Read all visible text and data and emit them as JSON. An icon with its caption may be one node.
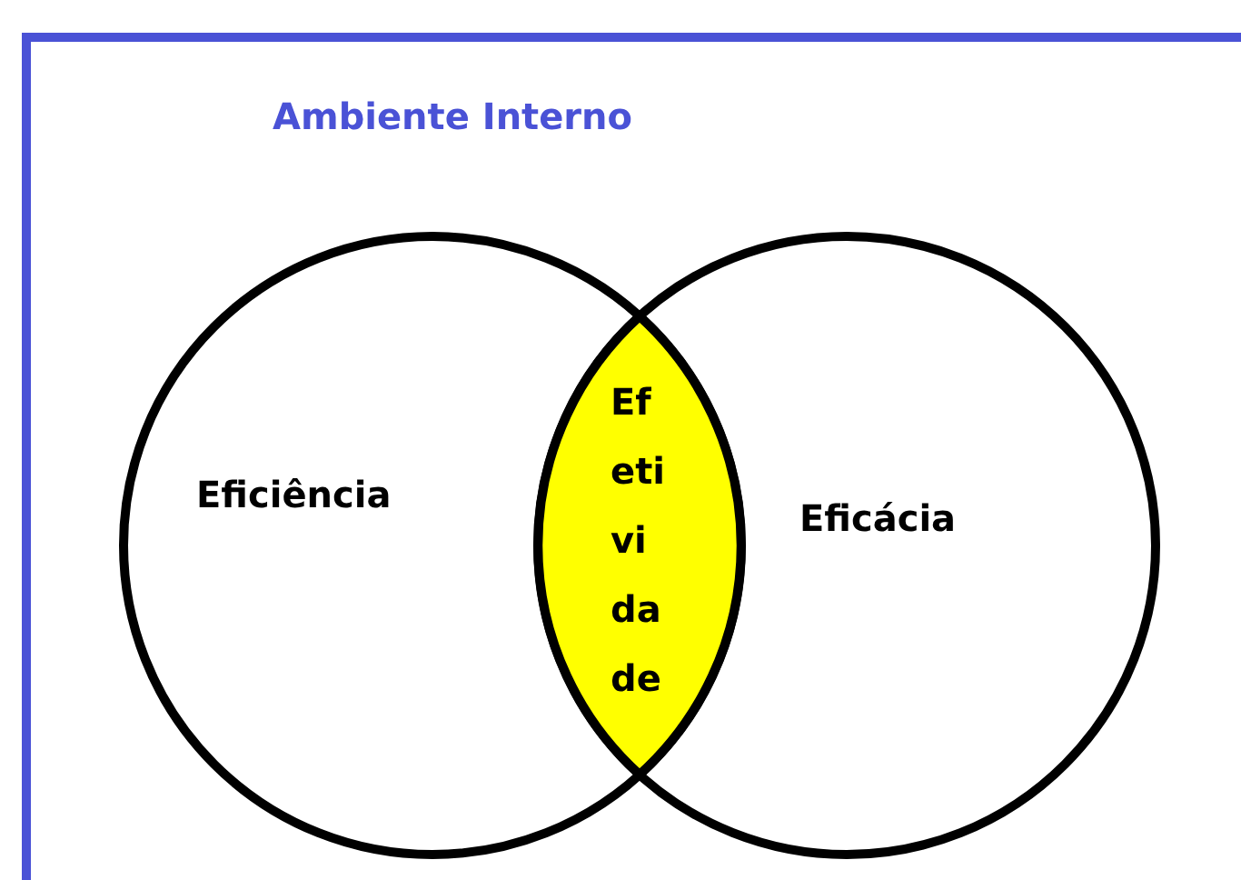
{
  "diagram": {
    "nodes": [
      {
        "text": [
          "Ambiente Interno"
        ]
      },
      {
        "text": [
          "Eficiência"
        ],
        "in": 0
      },
      {
        "text": [
          "Eficácia"
        ],
        "in": 0
      },
      {
        "text": [
          "Efetividade"
        ]
      }
    ]
  }
}
